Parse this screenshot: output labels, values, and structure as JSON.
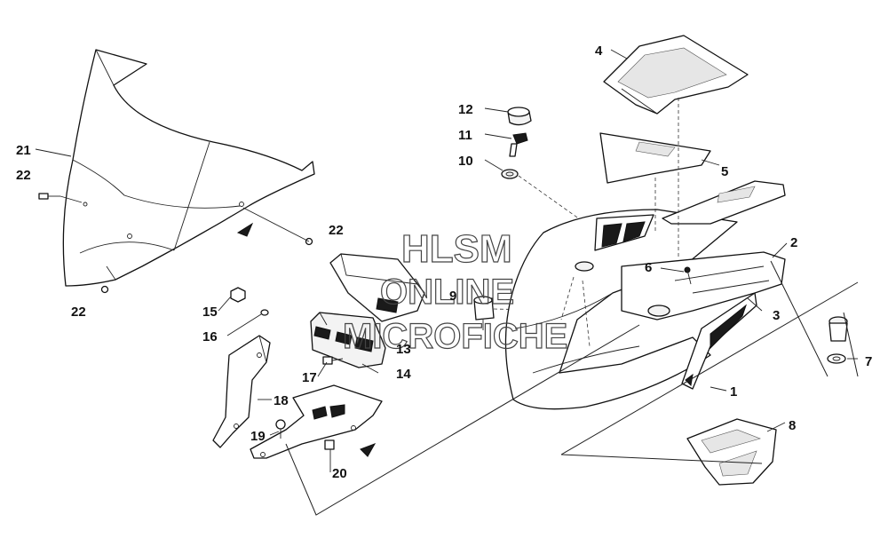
{
  "watermark": {
    "line1": "HLSM",
    "line2": "ONLINE",
    "line3": "MICROFICHE"
  },
  "callouts": {
    "c1": "1",
    "c2": "2",
    "c3": "3",
    "c4": "4",
    "c5": "5",
    "c6": "6",
    "c7": "7",
    "c8": "8",
    "c9": "9",
    "c10": "10",
    "c11": "11",
    "c12": "12",
    "c13": "13",
    "c14": "14",
    "c15": "15",
    "c16": "16",
    "c17": "17",
    "c18": "18",
    "c19": "19",
    "c20": "20",
    "c21": "21",
    "c22a": "22",
    "c22b": "22",
    "c22c": "22"
  }
}
